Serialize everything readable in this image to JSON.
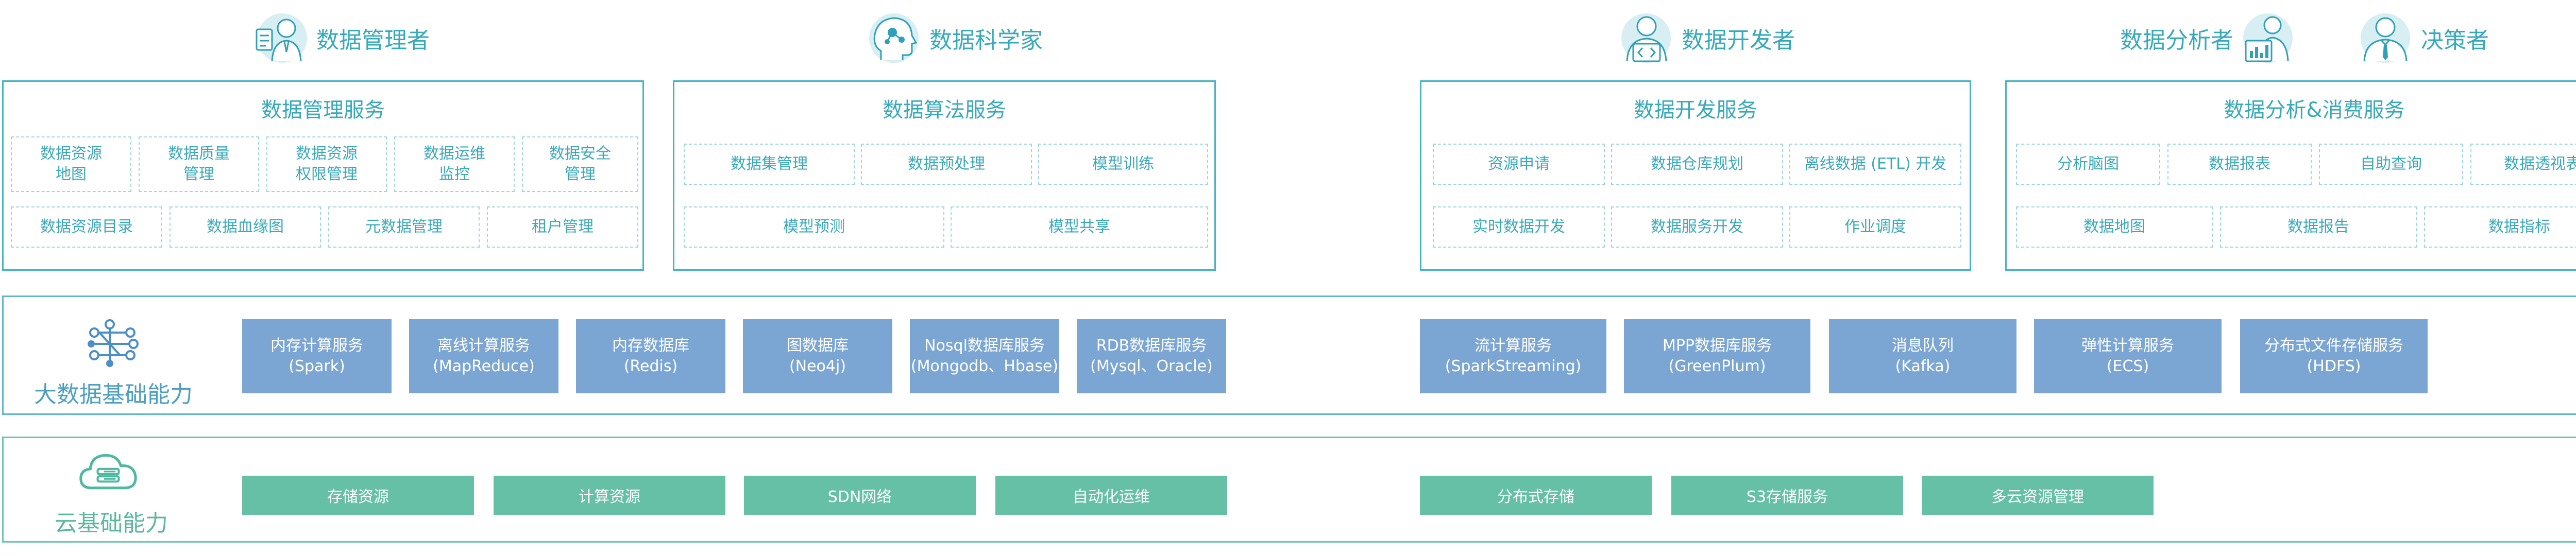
{
  "roles": {
    "data_manager": "数据管理者",
    "data_scientist": "数据科学家",
    "data_developer": "数据开发者",
    "data_analyst": "数据分析者",
    "decision_maker": "决策者"
  },
  "panels": {
    "management": {
      "title": "数据管理服务",
      "row1": [
        "数据资源\n地图",
        "数据质量\n管理",
        "数据资源\n权限管理",
        "数据运维\n监控",
        "数据安全\n管理"
      ],
      "row2": [
        "数据资源目录",
        "数据血缘图",
        "元数据管理",
        "租户管理"
      ]
    },
    "algorithm": {
      "title": "数据算法服务",
      "row1": [
        "数据集管理",
        "数据预处理",
        "模型训练"
      ],
      "row2": [
        "模型预测",
        "模型共享"
      ]
    },
    "development": {
      "title": "数据开发服务",
      "row1": [
        "资源申请",
        "数据仓库规划",
        "离线数据 (ETL) 开发"
      ],
      "row2": [
        "实时数据开发",
        "数据服务开发",
        "作业调度"
      ]
    },
    "analysis": {
      "title": "数据分析&消费服务",
      "row1": [
        "分析脑图",
        "数据报表",
        "自助查询",
        "数据透视表"
      ],
      "row2": [
        "数据地图",
        "数据报告",
        "数据指标"
      ]
    }
  },
  "bigdata": {
    "label": "大数据基础能力",
    "services": [
      {
        "name": "内存计算服务",
        "sub": "(Spark)"
      },
      {
        "name": "离线计算服务",
        "sub": "(MapReduce)"
      },
      {
        "name": "内存数据库",
        "sub": "(Redis)"
      },
      {
        "name": "图数据库",
        "sub": "(Neo4j)"
      },
      {
        "name": "Nosql数据库服务",
        "sub": "(Mongodb、Hbase)"
      },
      {
        "name": "RDB数据库服务",
        "sub": "(Mysql、Oracle)"
      },
      {
        "name": "流计算服务",
        "sub": "(SparkStreaming)"
      },
      {
        "name": "MPP数据库服务",
        "sub": "(GreenPlum)"
      },
      {
        "name": "消息队列",
        "sub": "(Kafka)"
      },
      {
        "name": "弹性计算服务",
        "sub": "(ECS)"
      },
      {
        "name": "分布式文件存储服务",
        "sub": "(HDFS)"
      }
    ]
  },
  "cloud": {
    "label": "云基础能力",
    "services": [
      "存储资源",
      "计算资源",
      "SDN网络",
      "自动化运维",
      "分布式存储",
      "S3存储服务",
      "多云资源管理"
    ]
  },
  "icons": {
    "data_manager": "manager-person-icon",
    "data_scientist": "scientist-head-icon",
    "data_developer": "developer-code-icon",
    "data_analyst": "analyst-chart-icon",
    "decision_maker": "decision-maker-icon",
    "bigdata": "network-nodes-icon",
    "cloud": "cloud-server-icon"
  },
  "colors": {
    "teal": "#45b5c6",
    "blue_box": "#7ba6d4",
    "green_box": "#65c0a6",
    "icon_bg": "#d7eef3"
  }
}
